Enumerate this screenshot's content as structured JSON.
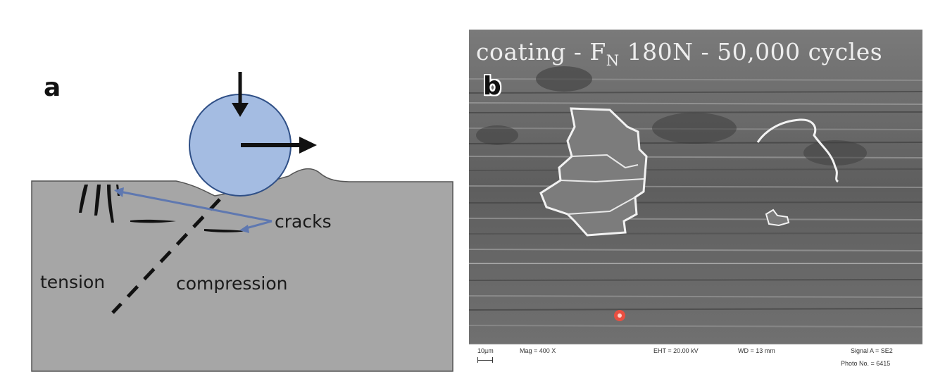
{
  "panel_a": {
    "label": "a",
    "cracks_label": "cracks",
    "tension_label": "tension",
    "compression_label": "compression",
    "colors": {
      "substrate": "#a6a6a6",
      "ball": "#a4bce2",
      "arrow_blue": "#5f78b0"
    }
  },
  "panel_b": {
    "label": "b",
    "title_main": "coating - F",
    "title_sub": "N",
    "title_rest": " 180N - 50,000 cycles",
    "scale": "10µm",
    "mag": "Mag =   400 X",
    "eht": "EHT = 20.00 kV",
    "wd": "WD =   13 mm",
    "signal": "Signal A = SE2",
    "photo": "Photo No. = 6415"
  }
}
